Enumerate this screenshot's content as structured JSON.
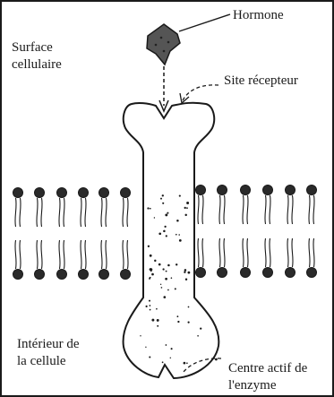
{
  "labels": {
    "hormone": "Hormone",
    "surface_line1": "Surface",
    "surface_line2": "cellulaire",
    "site": "Site récepteur",
    "interior_line1": "Intérieur de",
    "interior_line2": "la cellule",
    "centre_line1": "Centre actif de",
    "centre_line2": "l'enzyme"
  },
  "colors": {
    "ink": "#1a1a1a",
    "background": "#ffffff"
  }
}
